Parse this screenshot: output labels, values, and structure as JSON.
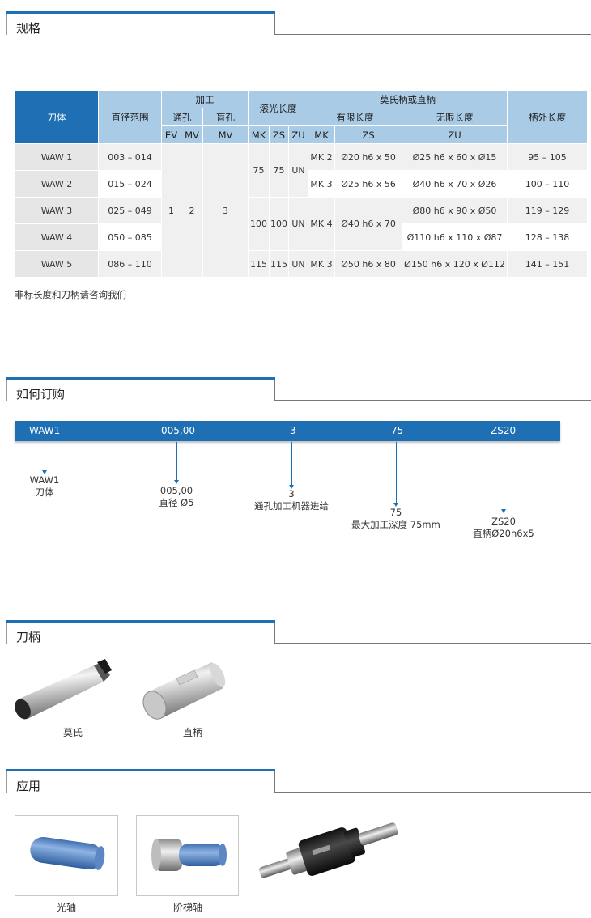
{
  "sections": {
    "spec": "规格",
    "order": "如何订购",
    "holder": "刀柄",
    "application": "应用"
  },
  "table": {
    "headers": {
      "body": "刀体",
      "diameter": "直径范围",
      "machining": "加工",
      "through": "通孔",
      "blind": "盲孔",
      "ev": "EV",
      "mv": "MV",
      "mv2": "MV",
      "roll_length": "滚光长度",
      "mk": "MK",
      "zs": "ZS",
      "zu": "ZU",
      "morse_or_straight": "莫氏柄或直柄",
      "limited": "有限长度",
      "unlimited": "无限长度",
      "mk2": "MK",
      "zs2": "ZS",
      "zu2": "ZU",
      "outer_length": "柄外长度"
    },
    "rows": [
      {
        "body": "WAW 1",
        "diameter": "003 – 014",
        "mk": "MK 2",
        "zs": "Ø20 h6 x 50",
        "zu": "Ø25 h6 x 60 x Ø15",
        "outer": "95 – 105"
      },
      {
        "body": "WAW 2",
        "diameter": "015 – 024",
        "mk": "MK 3",
        "zs": "Ø25 h6 x 56",
        "zu": "Ø40 h6 x 70 x Ø26",
        "outer": "100 – 110"
      },
      {
        "body": "WAW 3",
        "diameter": "025 – 049",
        "mk": "",
        "zs": "",
        "zu": "Ø80 h6 x 90 x Ø50",
        "outer": "119 – 129"
      },
      {
        "body": "WAW 4",
        "diameter": "050 – 085",
        "mk": "",
        "zs": "",
        "zu": "Ø110 h6 x 110 x Ø87",
        "outer": "128 – 138"
      },
      {
        "body": "WAW 5",
        "diameter": "086 – 110",
        "mk": "MK 3",
        "zs": "Ø50 h6 x 80",
        "zu": "Ø150 h6 x 120 x Ø112",
        "outer": "141 – 151"
      }
    ],
    "merged": {
      "ev": "1",
      "mv": "2",
      "blind_mv": "3",
      "group1": {
        "mk": "75",
        "zs": "75",
        "zu": "UN"
      },
      "group2": {
        "mk": "100",
        "zs": "100",
        "zu": "UN",
        "mk_holder": "MK 4",
        "zs_holder": "Ø40 h6 x 70"
      },
      "group3": {
        "mk": "115",
        "zs": "115",
        "zu": "UN"
      }
    }
  },
  "note": "非标长度和刀柄请咨询我们",
  "order": {
    "bar": [
      "WAW1",
      "—",
      "005,00",
      "—",
      "3",
      "—",
      "75",
      "—",
      "ZS20"
    ],
    "labels": {
      "body_code": "WAW1",
      "body_name": "刀体",
      "diameter_code": "005,00",
      "diameter_name": "直径 Ø5",
      "machining_code": "3",
      "machining_name": "通孔加工机器进给",
      "depth_code": "75",
      "depth_name": "最大加工深度 75mm",
      "holder_code": "ZS20",
      "holder_name": "直柄Ø20h6x5"
    }
  },
  "holders": {
    "morse": "莫氏",
    "straight": "直柄"
  },
  "applications": {
    "smooth_shaft": "光轴",
    "stepped_shaft": "阶梯轴"
  },
  "colors": {
    "accent": "#1e6fb3",
    "header_light": "#aacbe6"
  }
}
